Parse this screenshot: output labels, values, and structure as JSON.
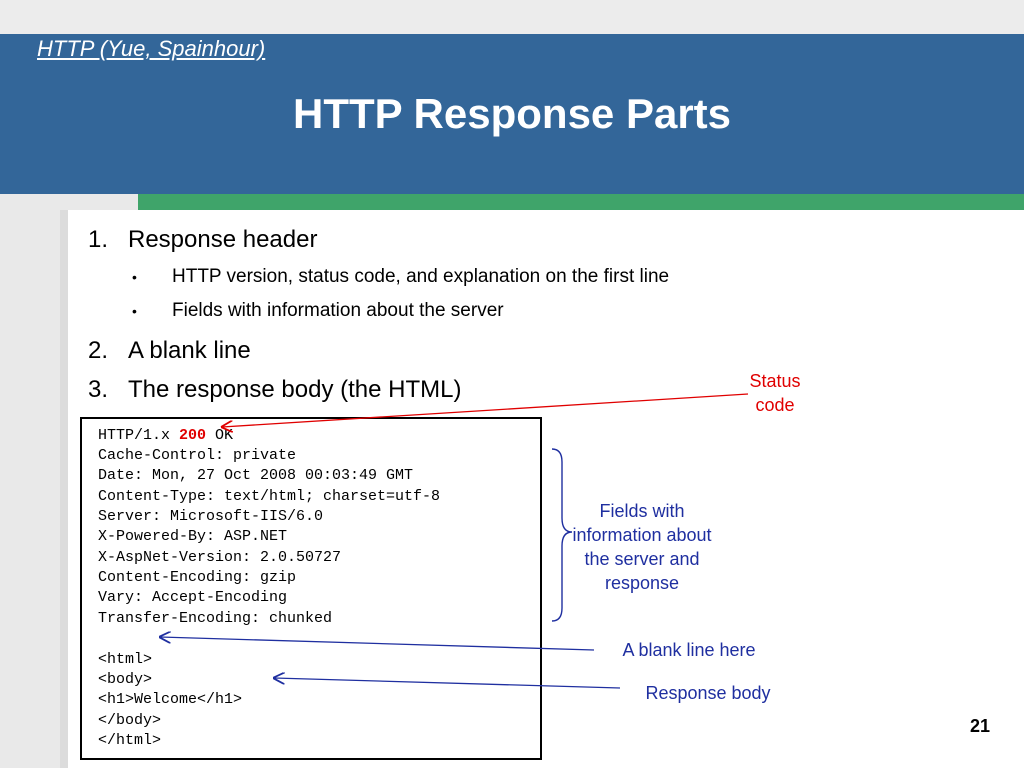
{
  "header": {
    "source": "HTTP (Yue, Spainhour)",
    "title": "HTTP Response Parts"
  },
  "list": [
    {
      "num": "1.",
      "text": "Response header",
      "sub": [
        "HTTP version, status code, and explanation on the first line",
        "Fields with information about the server"
      ]
    },
    {
      "num": "2.",
      "text": "A blank line",
      "sub": []
    },
    {
      "num": "3.",
      "text": "The response body (the HTML)",
      "sub": []
    }
  ],
  "bullet_glyph": "•",
  "code": {
    "status_prefix": "HTTP/1.x ",
    "status_code": "200",
    "status_suffix": " OK",
    "lines": [
      "Cache-Control: private",
      "Date: Mon, 27 Oct 2008 00:03:49 GMT",
      "Content-Type: text/html; charset=utf-8",
      "Server: Microsoft-IIS/6.0",
      "X-Powered-By: ASP.NET",
      "X-AspNet-Version: 2.0.50727",
      "Content-Encoding: gzip",
      "Vary: Accept-Encoding",
      "Transfer-Encoding: chunked",
      "",
      "<html>",
      "<body>",
      "<h1>Welcome</h1>",
      "</body>",
      "</html>"
    ]
  },
  "annotations": {
    "status_code": "Status code",
    "fields": "Fields with information about the server and response",
    "blank_line": "A blank line here",
    "response_body": "Response body"
  },
  "colors": {
    "header_bg": "#336699",
    "accent_green": "#3fa46a",
    "annotation_red": "#e00000",
    "annotation_blue": "#1f2fa0"
  },
  "page_number": "21"
}
